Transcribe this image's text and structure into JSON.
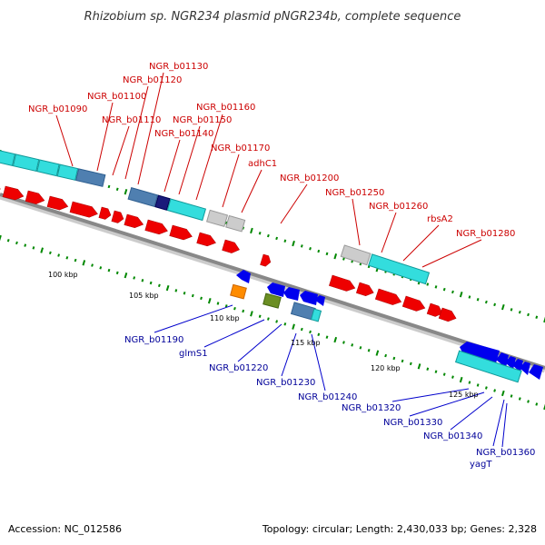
{
  "title": "Rhizobium sp. NGR234 plasmid pNGR234b, complete sequence",
  "footer": {
    "accession": "Accession: NC_012586",
    "summary": "Topology: circular; Length: 2,430,033 bp; Genes: 2,328"
  },
  "colors": {
    "forward_cds": "#ee0000",
    "reverse_cds": "#0000ee",
    "cyan_feature": "#33dddd",
    "steel_feature": "#4f7fb0",
    "grey_feature": "#cccccc",
    "orange_feature": "#ff8c00",
    "olive_feature": "#6b8e23",
    "backbone": "#888888",
    "tick_green": "#008800",
    "label_red": "#cc0000",
    "label_blue": "#000099"
  },
  "scale_labels": [
    "100 kbp",
    "105 kbp",
    "110 kbp",
    "115 kbp",
    "120 kbp",
    "125 kbp"
  ],
  "forward_genes": [
    "NGR_b01090",
    "NGR_b01100",
    "NGR_b01110",
    "NGR_b01120",
    "NGR_b01130",
    "NGR_b01140",
    "NGR_b01150",
    "NGR_b01160",
    "NGR_b01170",
    "adhC1",
    "NGR_b01200",
    "NGR_b01250",
    "NGR_b01260",
    "rbsA2",
    "NGR_b01280"
  ],
  "reverse_genes": [
    "NGR_b01190",
    "glmS1",
    "NGR_b01220",
    "NGR_b01230",
    "NGR_b01240",
    "NGR_b01320",
    "NGR_b01330",
    "NGR_b01340",
    "NGR_b01360",
    "yagT"
  ]
}
